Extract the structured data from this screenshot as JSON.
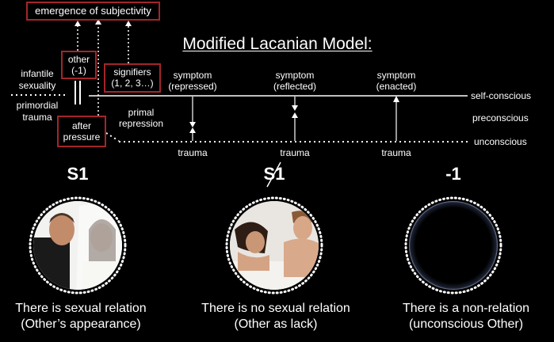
{
  "title": "Modified Lacanian Model:",
  "top_box": "emergence of subjectivity",
  "other_box": {
    "line1": "other",
    "line2": "(-1)"
  },
  "signifiers_box": {
    "line1": "signifiers",
    "line2": "(1, 2, 3…)"
  },
  "after_pressure_box": {
    "line1": "after",
    "line2": "pressure"
  },
  "left_labels": {
    "infantile": "infantile",
    "sexuality": "sexuality",
    "primordial": "primordial",
    "trauma": "trauma"
  },
  "primal_repression": {
    "line1": "primal",
    "line2": "repression"
  },
  "symptoms": [
    {
      "line1": "symptom",
      "line2": "(repressed)"
    },
    {
      "line1": "symptom",
      "line2": "(reflected)"
    },
    {
      "line1": "symptom",
      "line2": "(enacted)"
    }
  ],
  "trauma_labels": [
    "trauma",
    "trauma",
    "trauma"
  ],
  "levels": [
    "self-conscious",
    "preconscious",
    "unconscious"
  ],
  "s_labels": [
    "S1",
    "S1",
    "-1"
  ],
  "captions": [
    {
      "line1": "There is sexual relation",
      "line2": "(Other’s appearance)"
    },
    {
      "line1": "There is no sexual relation",
      "line2": "(Other as lack)"
    },
    {
      "line1": "There is a non-relation",
      "line2": "(unconscious Other)"
    }
  ],
  "colors": {
    "background": "#000000",
    "box_border": "#a3262a",
    "text": "#ffffff"
  }
}
